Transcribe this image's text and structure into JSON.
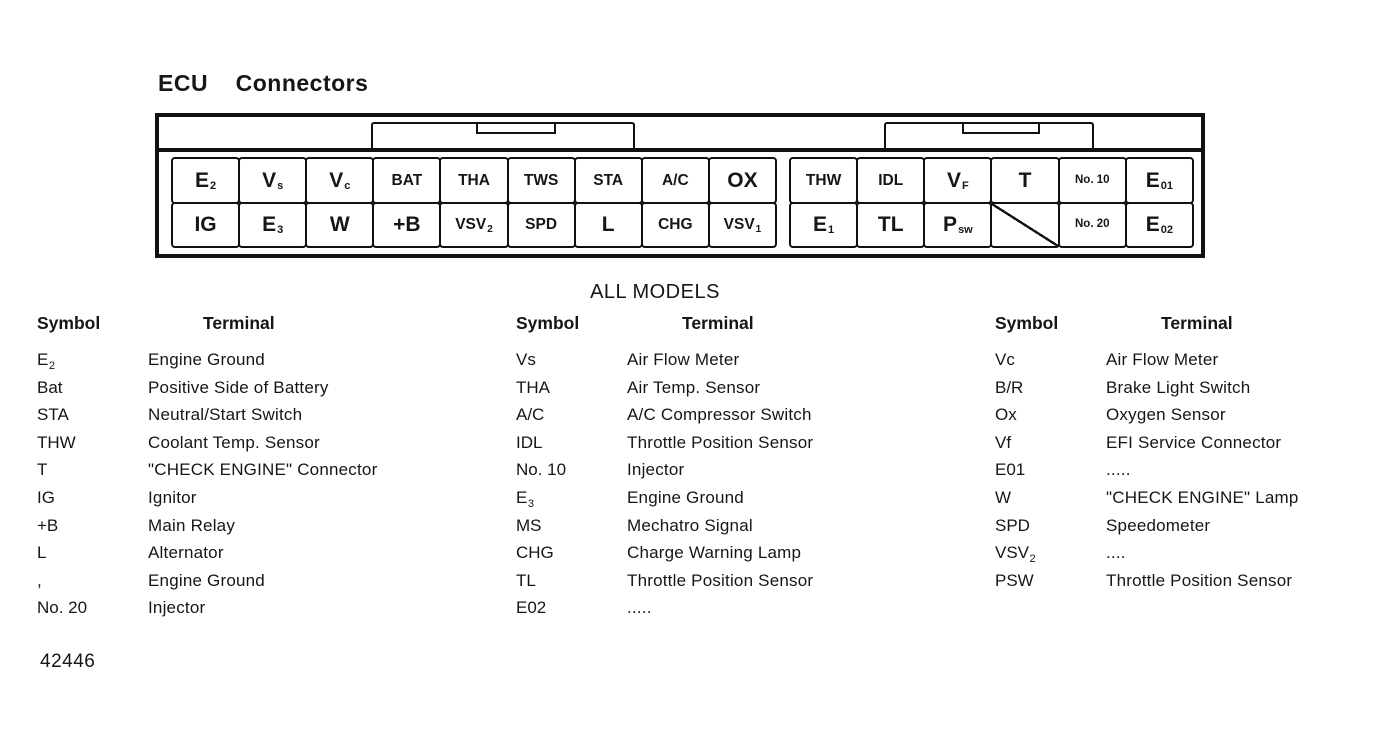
{
  "title": "ECU    Connectors",
  "section_label": "ALL MODELS",
  "figure_number": "42446",
  "connector": {
    "left_block": {
      "rows": [
        [
          {
            "m": "E",
            "s": "2"
          },
          {
            "m": "V",
            "s": "s"
          },
          {
            "m": "V",
            "s": "c"
          },
          {
            "m": "BAT"
          },
          {
            "m": "THA"
          },
          {
            "m": "TWS"
          },
          {
            "m": "STA"
          },
          {
            "m": "A/C"
          },
          {
            "m": "OX"
          }
        ],
        [
          {
            "m": "IG"
          },
          {
            "m": "E",
            "s": "3"
          },
          {
            "m": "W"
          },
          {
            "m": "+B"
          },
          {
            "m": "VSV",
            "s": "2"
          },
          {
            "m": "SPD"
          },
          {
            "m": "L"
          },
          {
            "m": "CHG"
          },
          {
            "m": "VSV",
            "s": "1"
          }
        ]
      ]
    },
    "right_block": {
      "rows": [
        [
          {
            "m": "THW"
          },
          {
            "m": "IDL"
          },
          {
            "m": "V",
            "s": "F"
          },
          {
            "m": "T"
          },
          {
            "m": "No. 10"
          },
          {
            "m": "E",
            "s": "01"
          }
        ],
        [
          {
            "m": "E",
            "s": "1"
          },
          {
            "m": "TL"
          },
          {
            "m": "P",
            "s": "sw"
          },
          {
            "slash": true
          },
          {
            "m": "No. 20"
          },
          {
            "m": "E",
            "s": "02"
          }
        ]
      ]
    }
  },
  "legend": {
    "symbol_header": "Symbol",
    "terminal_header": "Terminal",
    "columns": [
      {
        "rows": [
          {
            "symbol": {
              "m": "E",
              "s": "2"
            },
            "terminal": "Engine Ground"
          },
          {
            "symbol": {
              "m": "Bat"
            },
            "terminal": "Positive Side of Battery"
          },
          {
            "symbol": {
              "m": "STA"
            },
            "terminal": "Neutral/Start Switch"
          },
          {
            "symbol": {
              "m": "THW"
            },
            "terminal": "Coolant Temp. Sensor"
          },
          {
            "symbol": {
              "m": "T"
            },
            "terminal": "\"CHECK ENGINE\" Connector"
          },
          {
            "symbol": {
              "m": "IG"
            },
            "terminal": "Ignitor"
          },
          {
            "symbol": {
              "m": "+B"
            },
            "terminal": "Main Relay"
          },
          {
            "symbol": {
              "m": "L"
            },
            "terminal": "Alternator"
          },
          {
            "symbol": {
              "m": ","
            },
            "terminal": "Engine Ground"
          },
          {
            "symbol": {
              "m": "No. 20"
            },
            "terminal": "Injector"
          }
        ]
      },
      {
        "rows": [
          {
            "symbol": {
              "m": "Vs"
            },
            "terminal": "Air Flow Meter"
          },
          {
            "symbol": {
              "m": "THA"
            },
            "terminal": "Air Temp. Sensor"
          },
          {
            "symbol": {
              "m": "A/C"
            },
            "terminal": "A/C Compressor Switch"
          },
          {
            "symbol": {
              "m": "IDL"
            },
            "terminal": "Throttle Position Sensor"
          },
          {
            "symbol": {
              "m": "No. 10"
            },
            "terminal": "Injector"
          },
          {
            "symbol": {
              "m": "E",
              "s": "3"
            },
            "terminal": "Engine Ground"
          },
          {
            "symbol": {
              "m": "MS"
            },
            "terminal": "Mechatro Signal"
          },
          {
            "symbol": {
              "m": "CHG"
            },
            "terminal": "Charge Warning Lamp"
          },
          {
            "symbol": {
              "m": "TL"
            },
            "terminal": "Throttle Position Sensor"
          },
          {
            "symbol": {
              "m": "E02"
            },
            "terminal": "....."
          }
        ]
      },
      {
        "rows": [
          {
            "symbol": {
              "m": "Vc"
            },
            "terminal": "Air Flow Meter"
          },
          {
            "symbol": {
              "m": "B/R"
            },
            "terminal": "Brake Light Switch"
          },
          {
            "symbol": {
              "m": "Ox"
            },
            "terminal": "Oxygen Sensor"
          },
          {
            "symbol": {
              "m": "Vf"
            },
            "terminal": "EFI Service Connector"
          },
          {
            "symbol": {
              "m": "E01"
            },
            "terminal": "....."
          },
          {
            "symbol": {
              "m": "W"
            },
            "terminal": "\"CHECK ENGINE\" Lamp"
          },
          {
            "symbol": {
              "m": "SPD"
            },
            "terminal": "Speedometer"
          },
          {
            "symbol": {
              "m": "VSV",
              "s": "2"
            },
            "terminal": "...."
          },
          {
            "symbol": {
              "m": "PSW"
            },
            "terminal": "Throttle Position Sensor"
          }
        ]
      }
    ]
  },
  "colors": {
    "ink": "#161616",
    "paper": "#ffffff"
  }
}
